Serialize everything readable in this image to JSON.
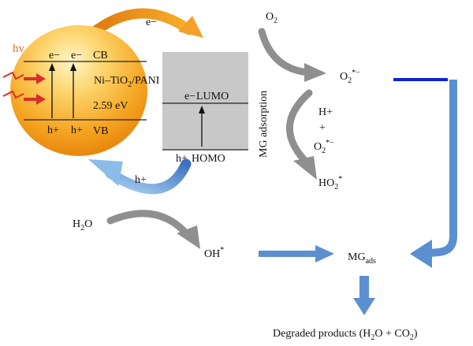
{
  "diagram": {
    "light_label": "hv",
    "electron_top_label": "e−",
    "particle": {
      "cb_label": "CB",
      "vb_label": "VB",
      "material_label_part1": "Ni–TiO",
      "material_label_sub": "2",
      "material_label_part2": "/PANI",
      "band_gap": "2.59 eV",
      "electron_1": "e−",
      "electron_2": "e−",
      "hole_1": "h+",
      "hole_2": "h+"
    },
    "pani": {
      "lumo_label": "LUMO",
      "homo_label": "HOMO",
      "lumo_electron": "e−",
      "homo_hole": "h+"
    },
    "hole_arrow_label": "h+",
    "o2_main": "O",
    "o2_sub": "2",
    "superoxide_main": "O",
    "superoxide_sub": "2",
    "superoxide_sup": "*−",
    "mg_adsorption": "MG adsorption",
    "h_plus": "H+",
    "plus_sign": "+",
    "o2_radical_main": "O",
    "o2_radical_sub": "2",
    "o2_radical_sup": "*−",
    "ho2_main": "HO",
    "ho2_sub": "2",
    "ho2_sup": "*",
    "h2o_main": "H",
    "h2o_sub": "2",
    "h2o_tail": "O",
    "oh_main": "OH",
    "oh_sup": "*",
    "mg_main": "MG",
    "mg_sub": "ads",
    "degraded": {
      "prefix": "Degraded products (H",
      "sub1": "2",
      "mid": "O + CO",
      "sub2": "2",
      "suffix": ")"
    }
  },
  "colors": {
    "sphere_orange": "#f29a1c",
    "sphere_light": "#fde7a0",
    "pani_box": "#c8c8c8",
    "gray_arrow": "#8f8f8f",
    "blue_arrow": "#5b8fd0",
    "orange_arrow": "#f39a1e",
    "dark_blue_line": "#0a24d8",
    "red_arrow": "#d9302a",
    "hv_color": "#e07020"
  }
}
